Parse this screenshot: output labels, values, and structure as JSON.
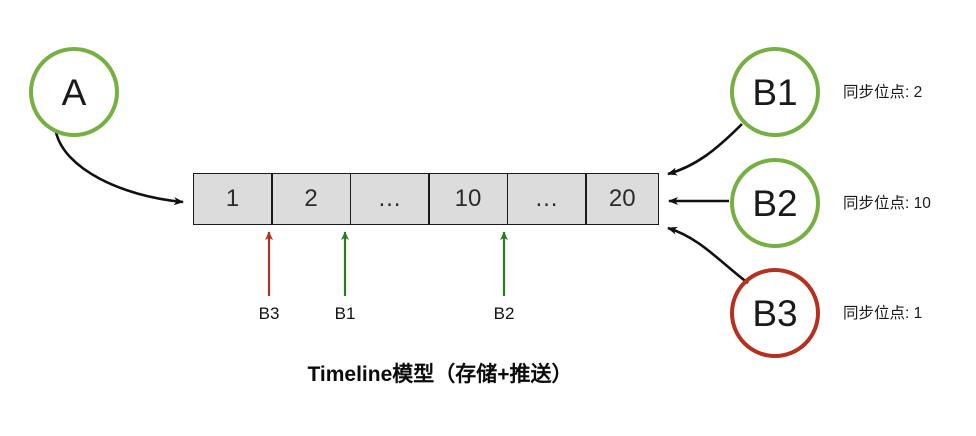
{
  "diagram": {
    "title": "Timeline模型（存储+推送）",
    "colors": {
      "green": "#76b043",
      "red": "#b5301f",
      "black": "#111111",
      "cell_fill": "#dcdcdc",
      "cell_stroke": "#1a1a1a",
      "background": "#ffffff"
    }
  },
  "producer": {
    "label": "A",
    "circle_color": "#76b043",
    "arrow_color": "#111111",
    "arrow_target": "timeline-cell-1"
  },
  "timeline": {
    "name": "timeline-store",
    "cells": [
      {
        "label": "1",
        "index": 0
      },
      {
        "label": "2",
        "index": 1
      },
      {
        "label": "…",
        "index": 2
      },
      {
        "label": "10",
        "index": 3
      },
      {
        "label": "…",
        "index": 4
      },
      {
        "label": "20",
        "index": 5
      }
    ]
  },
  "consumers": [
    {
      "id": "B1",
      "label": "B1",
      "circle_color": "#76b043",
      "sync_label": "同步位点: 2",
      "sync_value": 2
    },
    {
      "id": "B2",
      "label": "B2",
      "circle_color": "#76b043",
      "sync_label": "同步位点: 10",
      "sync_value": 10
    },
    {
      "id": "B3",
      "label": "B3",
      "circle_color": "#b5301f",
      "sync_label": "同步位点: 1",
      "sync_value": 1
    }
  ],
  "position_markers": [
    {
      "label": "B3",
      "arrow_color": "#b5301f",
      "points_at_cell": 0
    },
    {
      "label": "B1",
      "arrow_color": "#2c7a22",
      "points_at_cell": 1
    },
    {
      "label": "B2",
      "arrow_color": "#2c7a22",
      "points_at_cell": 3
    }
  ]
}
